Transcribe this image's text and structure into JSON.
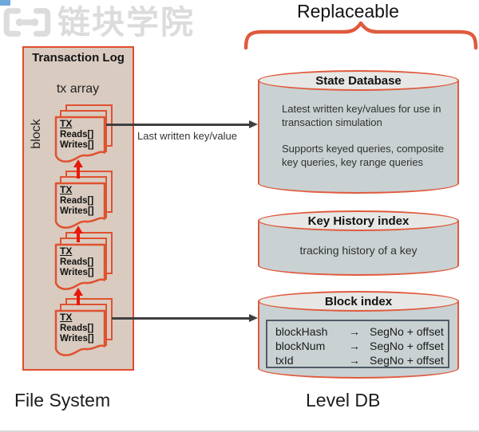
{
  "logo": {
    "icon": "chain-link-icon",
    "brand_text": "链块学院"
  },
  "header": {
    "replaceable_label": "Replaceable"
  },
  "transaction_log": {
    "title": "Transaction Log",
    "tx_array_label": "tx array",
    "block_label": "block",
    "card": {
      "title": "TX",
      "reads": "Reads[]",
      "writes": "Writes[]"
    },
    "caption": "File System"
  },
  "connections": {
    "state_db_arrow_label": "Last written key/value"
  },
  "level_db": {
    "caption": "Level DB",
    "state_database": {
      "title": "State Database",
      "paragraph1": "Latest written key/values for use in transaction simulation",
      "paragraph2": "Supports keyed queries, composite key queries, key range queries"
    },
    "key_history": {
      "title": "Key History index",
      "text": "tracking history of a key"
    },
    "block_index": {
      "title": "Block index",
      "arrow_glyph": "→",
      "rows": [
        {
          "key": "blockHash",
          "value": "SegNo + offset"
        },
        {
          "key": "blockNum",
          "value": "SegNo + offset"
        },
        {
          "key": "txId",
          "value": "SegNo + offset"
        }
      ]
    }
  },
  "colors": {
    "box_fill": "#d9cbc0",
    "box_border": "#df4c2c",
    "red_arrow": "#e8190a",
    "gray_arrow": "#3f3f3f",
    "cylinder_fill": "#c9d1d3",
    "cylinder_top_fill": "#e7e8e5",
    "cylinder_border": "#e05a3d",
    "inner_table_border": "#4f5b66",
    "watermark": "#dcdcdc",
    "corner_accent": "#6fa8dc"
  }
}
